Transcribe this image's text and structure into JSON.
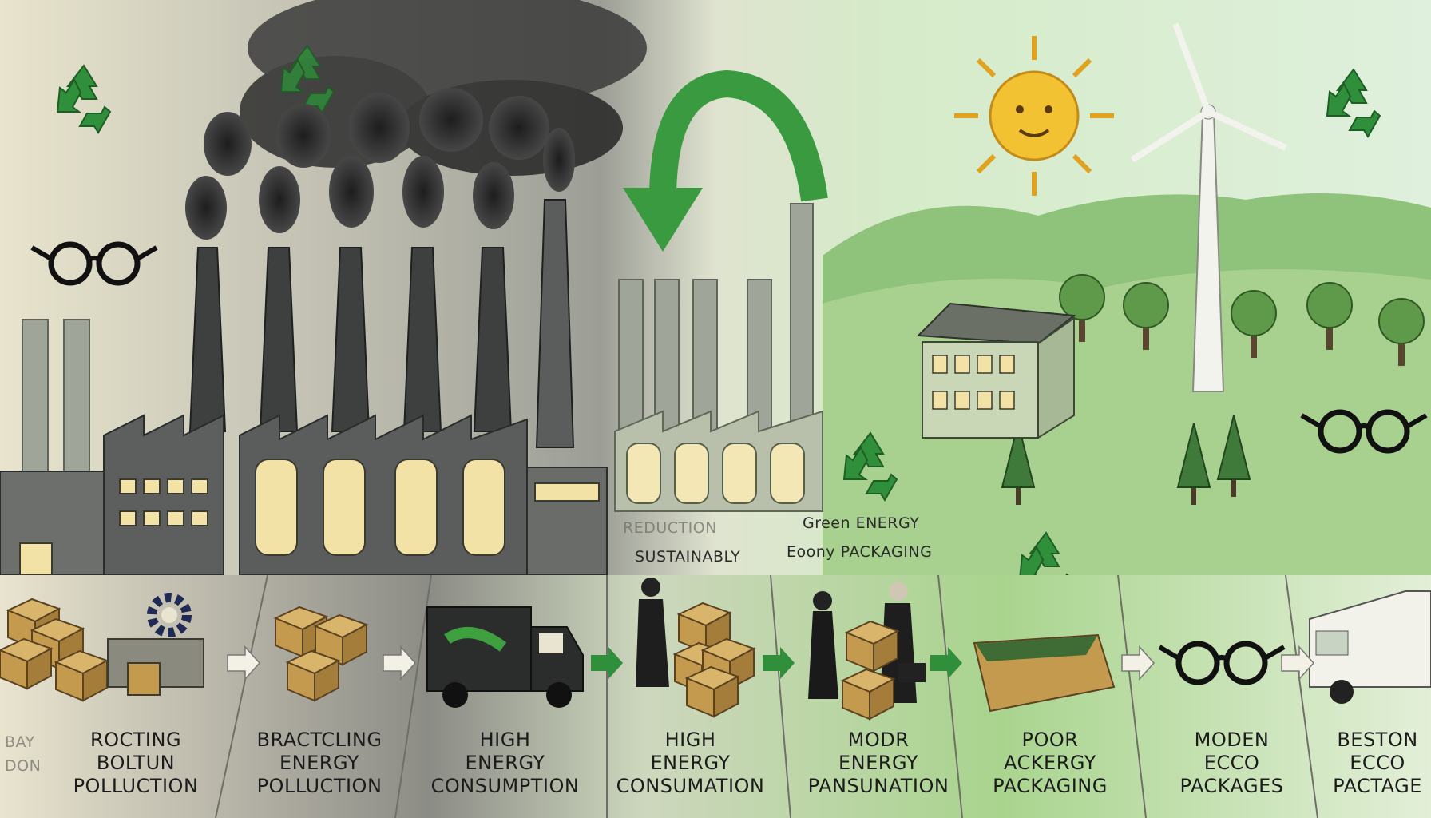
{
  "illustration": {
    "left_captions": [
      "BAY",
      "DON"
    ],
    "mid_caption_faint": "REDUCTION",
    "caption_sustainably": "SUSTAINABLY",
    "caption_green_line1": "Green ENERGY",
    "caption_green_line2": "Eoony PACKAGING"
  },
  "panels": [
    {
      "line1": "ROCTING",
      "line2": "BOLTUN",
      "line3": "POLLUCTION"
    },
    {
      "line1": "BRACTCLING",
      "line2": "ENERGY",
      "line3": "POLLUCTION"
    },
    {
      "line1": "HIGH",
      "line2": "ENERGY",
      "line3": "CONSUMPTION"
    },
    {
      "line1": "HIGH",
      "line2": "ENERGY",
      "line3": "CONSUMATION"
    },
    {
      "line1": "MODR",
      "line2": "ENERGY",
      "line3": "PANSUNATION"
    },
    {
      "line1": "POOR",
      "line2": "ACKERGY",
      "line3": "PACKAGING"
    },
    {
      "line1": "MODEN",
      "line2": "ECCO",
      "line3": "PACKAGES"
    },
    {
      "line1": "BESTON",
      "line2": "ECCO",
      "line3": "PACTAGE"
    }
  ],
  "colors": {
    "recycle_green": "#2f8f3a",
    "smoke_dark": "#2a2a2a",
    "factory_gray": "#5c5f5e",
    "window_glow": "#f3e2a6",
    "sun": "#f2c233",
    "grass_light": "#a6d38a",
    "sky_left": "#e7e4cf",
    "sky_right": "#d9efd6"
  },
  "icons": [
    "recycle-icon",
    "glasses-icon",
    "gear-icon",
    "sun-icon",
    "wind-turbine-icon",
    "truck-icon",
    "box-icon",
    "arrow-right-icon"
  ]
}
